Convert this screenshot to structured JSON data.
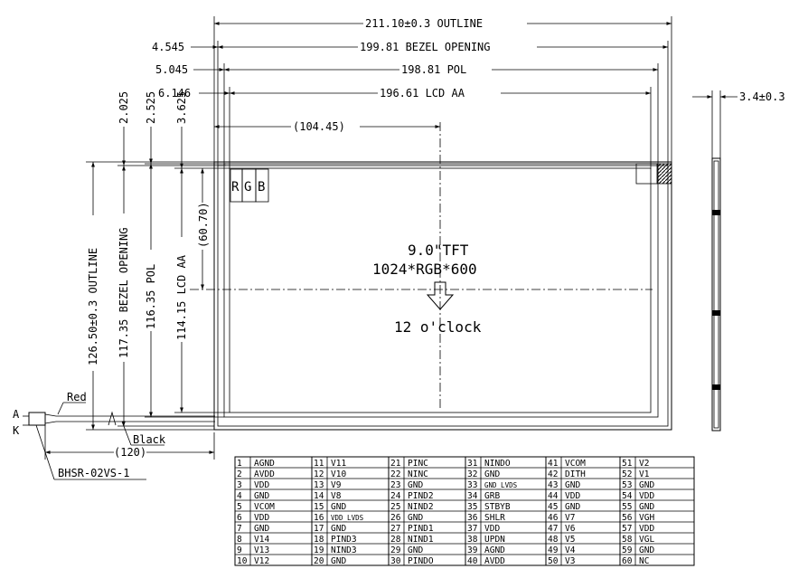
{
  "dimensions": {
    "outline_width": "211.10±0.3 OUTLINE",
    "bezel_width": "199.81 BEZEL OPENING",
    "pol_width": "198.81 POL",
    "lcd_width": "196.61 LCD AA",
    "offset_outline": "4.545",
    "offset_pol": "5.045",
    "offset_lcd": "6.146",
    "center_x": "(104.45)",
    "thickness": "3.4±0.3",
    "offset_top_bezel": "2.025",
    "offset_top_pol": "2.525",
    "offset_top_lcd": "3.625",
    "outline_height": "126.50±0.3 OUTLINE",
    "bezel_height": "117.35 BEZEL OPENING",
    "pol_height": "116.35 POL",
    "lcd_height": "114.15 LCD AA",
    "center_y": "(60.70)",
    "cable_length": "(120)"
  },
  "panel": {
    "rgb": [
      "R",
      "G",
      "B"
    ],
    "title": "9.0\"TFT",
    "resolution": "1024*RGB*600",
    "view_direction": "12 o'clock"
  },
  "connector": {
    "red_label": "Red",
    "black_label": "Black",
    "pin_a": "A",
    "pin_k": "K",
    "part": "BHSR-02VS-1"
  },
  "pin_table": [
    [
      [
        "1",
        "AGND"
      ],
      [
        "11",
        "V11"
      ],
      [
        "21",
        "PINC"
      ],
      [
        "31",
        "NINDO"
      ],
      [
        "41",
        "VCOM"
      ],
      [
        "51",
        "V2"
      ]
    ],
    [
      [
        "2",
        "AVDD"
      ],
      [
        "12",
        "V10"
      ],
      [
        "22",
        "NINC"
      ],
      [
        "32",
        "GND"
      ],
      [
        "42",
        "DITH"
      ],
      [
        "52",
        "V1"
      ]
    ],
    [
      [
        "3",
        "VDD"
      ],
      [
        "13",
        "V9"
      ],
      [
        "23",
        "GND"
      ],
      [
        "33",
        "GND_LVDS"
      ],
      [
        "43",
        "GND"
      ],
      [
        "53",
        "GND"
      ]
    ],
    [
      [
        "4",
        "GND"
      ],
      [
        "14",
        "V8"
      ],
      [
        "24",
        "PIND2"
      ],
      [
        "34",
        "GRB"
      ],
      [
        "44",
        "VDD"
      ],
      [
        "54",
        "VDD"
      ]
    ],
    [
      [
        "5",
        "VCOM"
      ],
      [
        "15",
        "GND"
      ],
      [
        "25",
        "NIND2"
      ],
      [
        "35",
        "STBYB"
      ],
      [
        "45",
        "GND"
      ],
      [
        "55",
        "GND"
      ]
    ],
    [
      [
        "6",
        "VDD"
      ],
      [
        "16",
        "VDD_LVDS"
      ],
      [
        "26",
        "GND"
      ],
      [
        "36",
        "SHLR"
      ],
      [
        "46",
        "V7"
      ],
      [
        "56",
        "VGH"
      ]
    ],
    [
      [
        "7",
        "GND"
      ],
      [
        "17",
        "GND"
      ],
      [
        "27",
        "PIND1"
      ],
      [
        "37",
        "VDD"
      ],
      [
        "47",
        "V6"
      ],
      [
        "57",
        "VDD"
      ]
    ],
    [
      [
        "8",
        "V14"
      ],
      [
        "18",
        "PIND3"
      ],
      [
        "28",
        "NIND1"
      ],
      [
        "38",
        "UPDN"
      ],
      [
        "48",
        "V5"
      ],
      [
        "58",
        "VGL"
      ]
    ],
    [
      [
        "9",
        "V13"
      ],
      [
        "19",
        "NIND3"
      ],
      [
        "29",
        "GND"
      ],
      [
        "39",
        "AGND"
      ],
      [
        "49",
        "V4"
      ],
      [
        "59",
        "GND"
      ]
    ],
    [
      [
        "10",
        "V12"
      ],
      [
        "20",
        "GND"
      ],
      [
        "30",
        "PINDO"
      ],
      [
        "40",
        "AVDD"
      ],
      [
        "50",
        "V3"
      ],
      [
        "60",
        "NC"
      ]
    ]
  ]
}
